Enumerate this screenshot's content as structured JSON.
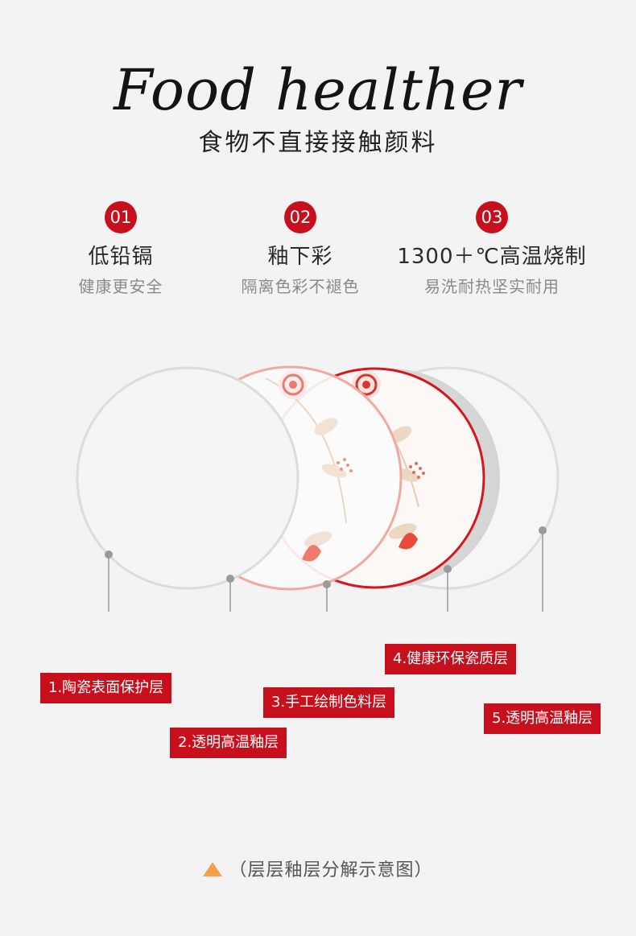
{
  "header": {
    "title": "Food healther",
    "subtitle": "食物不直接接触颜料"
  },
  "features": [
    {
      "number": "01",
      "name": "低铅镉",
      "desc": "健康更安全"
    },
    {
      "number": "02",
      "name": "釉下彩",
      "desc": "隔离色彩不褪色"
    },
    {
      "number": "03",
      "name": "1300＋℃高温烧制",
      "desc": "易洗耐热坚实耐用"
    }
  ],
  "layers": [
    {
      "label": "1.陶瓷表面保护层"
    },
    {
      "label": "2.透明高温釉层"
    },
    {
      "label": "3.手工绘制色料层"
    },
    {
      "label": "4.健康环保瓷质层"
    },
    {
      "label": "5.透明高温釉层"
    }
  ],
  "caption": "（层层釉层分解示意图）",
  "colors": {
    "accent": "#c8101c",
    "triangle": "#f3a24a",
    "background": "#f3f3f3"
  }
}
